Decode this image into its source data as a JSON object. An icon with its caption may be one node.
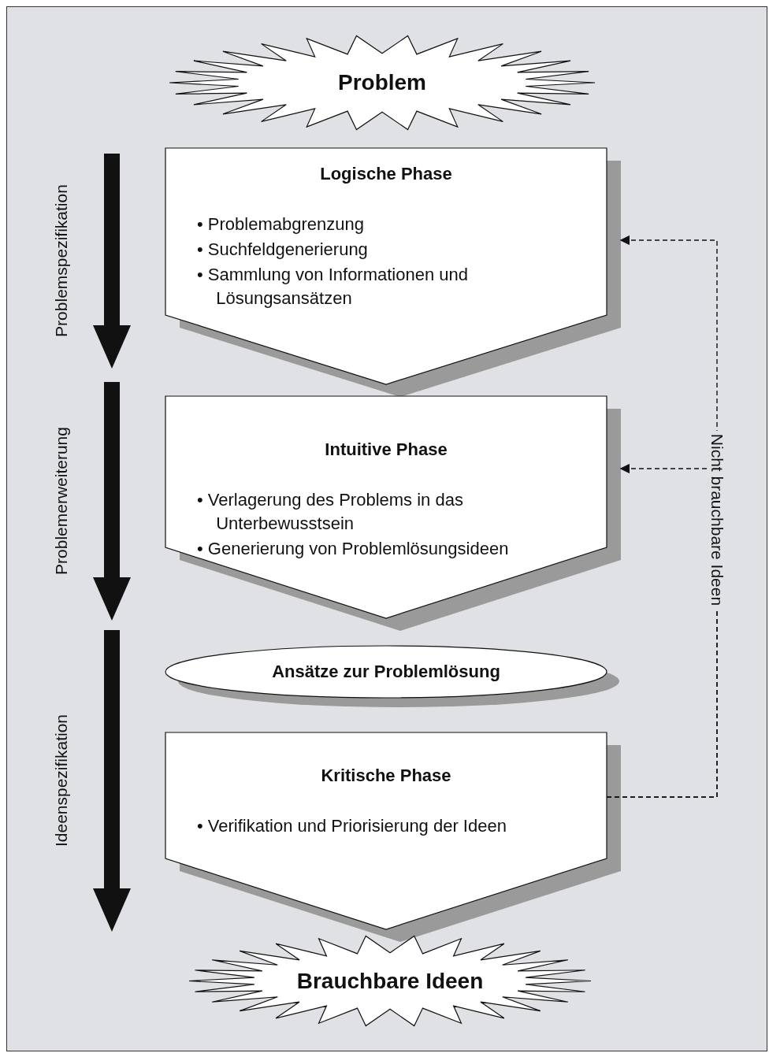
{
  "diagram": {
    "nodes": [
      {
        "text": [
          "Problem"
        ]
      },
      {
        "text": [
          "Logische Phase",
          "• Problemabgrenzung",
          "• Suchfeldgenerierung",
          "• Sammlung von Informationen und Lösungsansätzen"
        ]
      },
      {
        "text": [
          "Intuitive Phase",
          "• Verlagerung des Problems in das Unterbewusstsein",
          "• Generierung von Problemlösungsideen"
        ]
      },
      {
        "text": [
          "Ansätze zur Problemlösung"
        ]
      },
      {
        "text": [
          "Kritische Phase",
          "• Verifikation und Priorisierung der Ideen"
        ]
      },
      {
        "text": [
          "Brauchbare Ideen"
        ]
      }
    ],
    "edges": [
      {
        "from": 4,
        "to": 1,
        "arrow": "to",
        "style": "dashed",
        "label": "Nicht brauchbare Ideen"
      },
      {
        "from": 4,
        "to": 2,
        "arrow": "to",
        "style": "dashed"
      }
    ],
    "labels": [
      "Problemspezifikation",
      "Problemerweiterung",
      "Ideenspezifikation"
    ]
  }
}
